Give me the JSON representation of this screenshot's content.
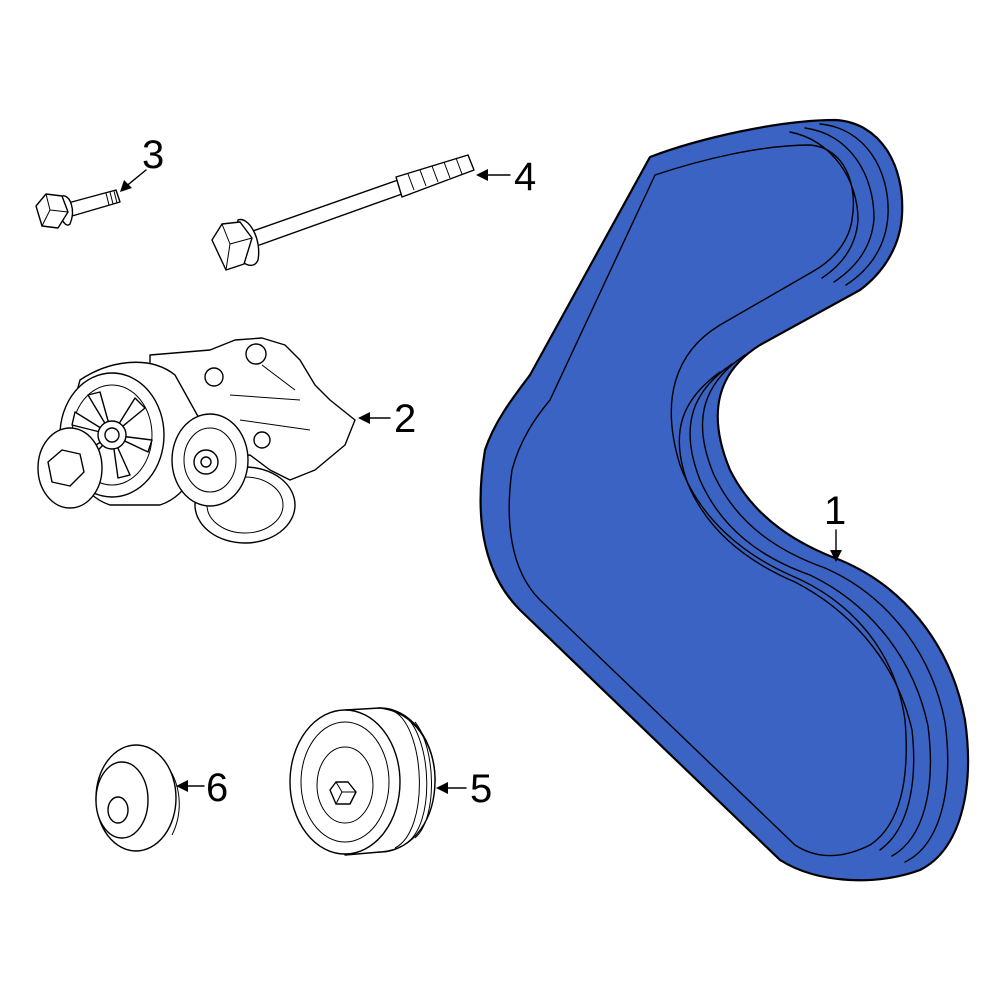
{
  "colors": {
    "belt_fill": "#3b63c4",
    "line": "#000000",
    "background": "#ffffff"
  },
  "parts": [
    {
      "id": "belt",
      "callout": "1",
      "icon": "serpentine-belt-icon"
    },
    {
      "id": "tensioner",
      "callout": "2",
      "icon": "belt-tensioner-icon"
    },
    {
      "id": "short-bolt",
      "callout": "3",
      "icon": "bolt-icon"
    },
    {
      "id": "long-bolt",
      "callout": "4",
      "icon": "long-bolt-icon"
    },
    {
      "id": "idler-pulley",
      "callout": "5",
      "icon": "idler-pulley-icon"
    },
    {
      "id": "pulley-cap",
      "callout": "6",
      "icon": "dust-cap-icon"
    }
  ]
}
